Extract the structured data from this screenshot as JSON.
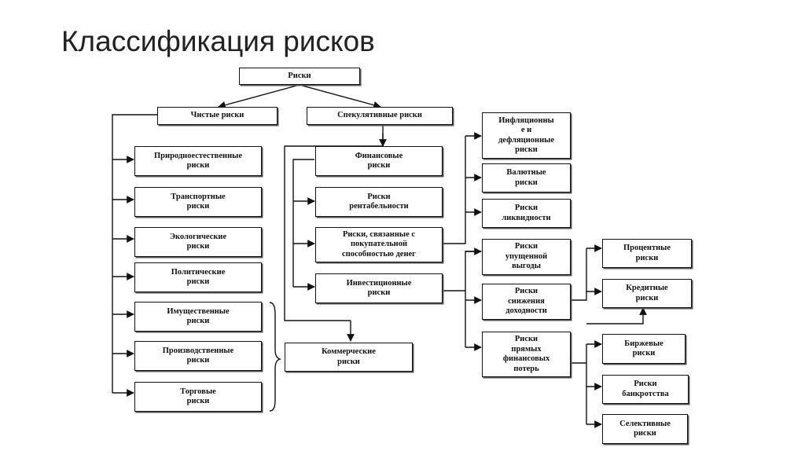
{
  "slide": {
    "title": "Классификация рисков"
  },
  "nodes": {
    "root": [
      "Риски"
    ],
    "pure": [
      "Чистые риски"
    ],
    "speculative": [
      "Спекулятивные риски"
    ],
    "natural": [
      "Природноестественные",
      "риски"
    ],
    "transport": [
      "Транспортные",
      "риски"
    ],
    "ecological": [
      "Экологические",
      "риски"
    ],
    "political": [
      "Политические",
      "риски"
    ],
    "property": [
      "Имущественные",
      "риски"
    ],
    "production": [
      "Производственные",
      "риски"
    ],
    "trade": [
      "Торговые",
      "риски"
    ],
    "financial": [
      "Финансовые",
      "риски"
    ],
    "profitability": [
      "Риски",
      "рентабельности"
    ],
    "purchasing": [
      "Риски, связанные с",
      "покупательной",
      "способностью денег"
    ],
    "investment": [
      "Инвестиционные",
      "риски"
    ],
    "commercial": [
      "Коммерческие",
      "риски"
    ],
    "inflation": [
      "Инфляционны",
      "е и",
      "дефляционные",
      "риски"
    ],
    "currency": [
      "Валютные",
      "риски"
    ],
    "liquidity": [
      "Риски",
      "ликвидности"
    ],
    "lost_profit": [
      "Риски",
      "упущенной",
      "выгоды"
    ],
    "income_decline": [
      "Риски",
      "снижения",
      "доходности"
    ],
    "direct_loss": [
      "Риски",
      "прямых",
      "финансовых",
      "потерь"
    ],
    "interest": [
      "Процентные",
      "риски"
    ],
    "credit": [
      "Кредитные",
      "риски"
    ],
    "exchange": [
      "Биржевые",
      "риски"
    ],
    "bankruptcy": [
      "Риски",
      "банкротства"
    ],
    "selective": [
      "Селективные",
      "риски"
    ]
  }
}
